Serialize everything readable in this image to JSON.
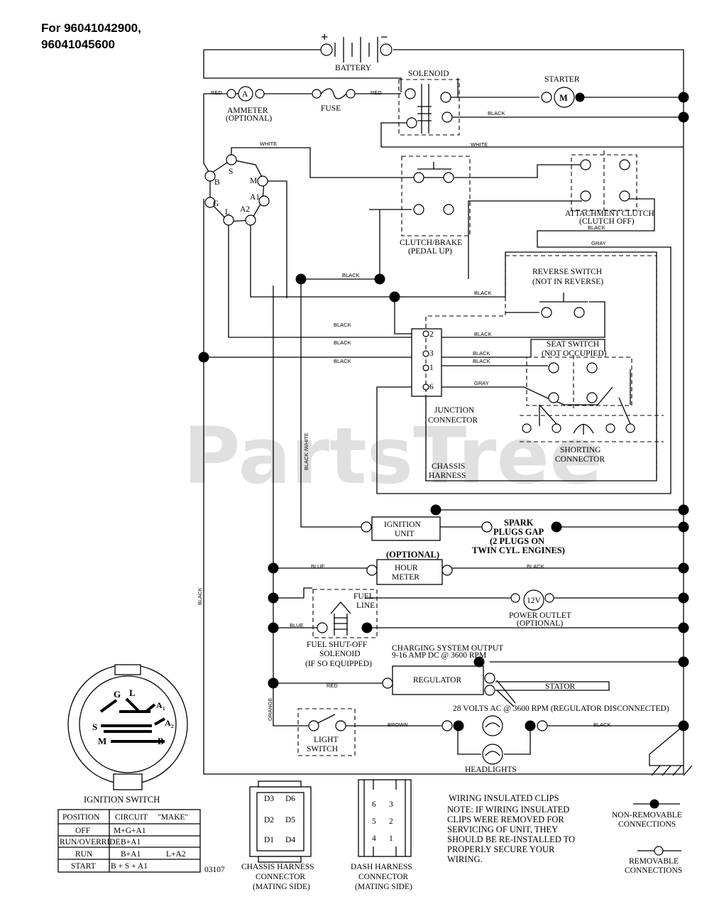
{
  "model": {
    "line1": "For 96041042900,",
    "line2": "96041045600"
  },
  "watermark": "PartsTree",
  "diagram_code": "03107",
  "battery": {
    "label": "BATTERY",
    "plus": "+",
    "minus": "−"
  },
  "solenoid": "SOLENOID",
  "starter": {
    "label": "STARTER",
    "symbol": "M"
  },
  "ammeter": {
    "line1": "AMMETER",
    "line2": "(OPTIONAL)",
    "symbol": "A"
  },
  "fuse": "FUSE",
  "clutch_brake": {
    "line1": "CLUTCH/BRAKE",
    "line2": "(PEDAL UP)"
  },
  "attachment_clutch": {
    "line1": "ATTACHMENT CLUTCH",
    "line2": "(CLUTCH OFF)"
  },
  "reverse_switch": {
    "line1": "REVERSE SWITCH",
    "line2": "(NOT IN REVERSE)"
  },
  "seat_switch": {
    "line1": "SEAT SWITCH",
    "line2": "(NOT OCCUPIED)"
  },
  "junction_connector": {
    "line1": "JUNCTION",
    "line2": "CONNECTOR",
    "pins": [
      "2",
      "3",
      "1",
      "6"
    ]
  },
  "chassis_harness": {
    "line1": "CHASSIS",
    "line2": "HARNESS"
  },
  "shorting_connector": {
    "line1": "SHORTING",
    "line2": "CONNECTOR"
  },
  "ignition_unit": {
    "line1": "IGNITION",
    "line2": "UNIT"
  },
  "spark_plugs": {
    "line1": "SPARK",
    "line2": "PLUGS GAP",
    "line3": "(2 PLUGS ON",
    "line4": "TWIN CYL. ENGINES)"
  },
  "hour_meter": {
    "optional": "(OPTIONAL)",
    "line1": "HOUR",
    "line2": "METER"
  },
  "fuel_line": {
    "line1": "FUEL",
    "line2": "LINE"
  },
  "power_outlet": {
    "line1": "POWER OUTLET",
    "line2": "(OPTIONAL)",
    "symbol": "12V"
  },
  "fuel_solenoid": {
    "line1": "FUEL SHUT-OFF",
    "line2": "SOLENOID",
    "line3": "(IF SO EQUIPPED)"
  },
  "charging": {
    "line1": "CHARGING SYSTEM OUTPUT",
    "line2": "9-16 AMP DC @ 3600 RPM"
  },
  "regulator": "REGULATOR",
  "stator": "STATOR",
  "ac_note": "28 VOLTS AC @ 3600 RPM (REGULATOR DISCONNECTED)",
  "light_switch": {
    "line1": "LIGHT",
    "line2": "SWITCH"
  },
  "headlights": "HEADLIGHTS",
  "ign_terminals": {
    "B": "B",
    "S": "S",
    "M": "M",
    "G": "G",
    "L": "L",
    "A1": "A1",
    "A2": "A2"
  },
  "wires": {
    "red": "RED",
    "black": "BLACK",
    "white": "WHITE",
    "gray": "GRAY",
    "blue": "BLUE",
    "orange": "ORANGE",
    "brown": "BROWN",
    "black_white": "BLACK /WHITE"
  },
  "ignition_switch": {
    "title": "IGNITION SWITCH",
    "face_labels": {
      "G": "G",
      "L": "L",
      "A1": "A",
      "A1sub": "1",
      "A2": "A",
      "A2sub": "2",
      "S": "S",
      "M": "M",
      "B": "B"
    },
    "headers": [
      "POSITION",
      "CIRCUIT",
      "\"MAKE\""
    ],
    "rows": [
      {
        "position": "OFF",
        "circuit": "M+G+A1",
        "make": ""
      },
      {
        "position": "RUN/OVERRIDE",
        "circuit": "B+A1",
        "make": ""
      },
      {
        "position": "RUN",
        "circuit": "B+A1",
        "make": "L+A2"
      },
      {
        "position": "START",
        "circuit": "B + S + A1",
        "make": ""
      }
    ]
  },
  "chassis_connector": {
    "line1": "CHASSIS HARNESS",
    "line2": "CONNECTOR",
    "line3": "(MATING SIDE)",
    "pins": [
      "D3",
      "D6",
      "D2",
      "D5",
      "D1",
      "D4"
    ]
  },
  "dash_connector": {
    "line1": "DASH HARNESS",
    "line2": "CONNECTOR",
    "line3": "(MATING SIDE)",
    "pins": [
      "6",
      "3",
      "5",
      "2",
      "4",
      "1"
    ]
  },
  "note": {
    "line1": "WIRING INSULATED CLIPS",
    "line2": "NOTE:  IF WIRING INSULATED",
    "line3": "CLIPS WERE REMOVED FOR",
    "line4": "SERVICING OF UNIT, THEY",
    "line5": "SHOULD BE RE-INSTALLED TO",
    "line6": "PROPERLY SECURE YOUR",
    "line7": " WIRING."
  },
  "legend": {
    "non_removable": {
      "line1": "NON-REMOVABLE",
      "line2": "CONNECTIONS"
    },
    "removable": {
      "line1": "REMOVABLE",
      "line2": "CONNECTIONS"
    }
  }
}
